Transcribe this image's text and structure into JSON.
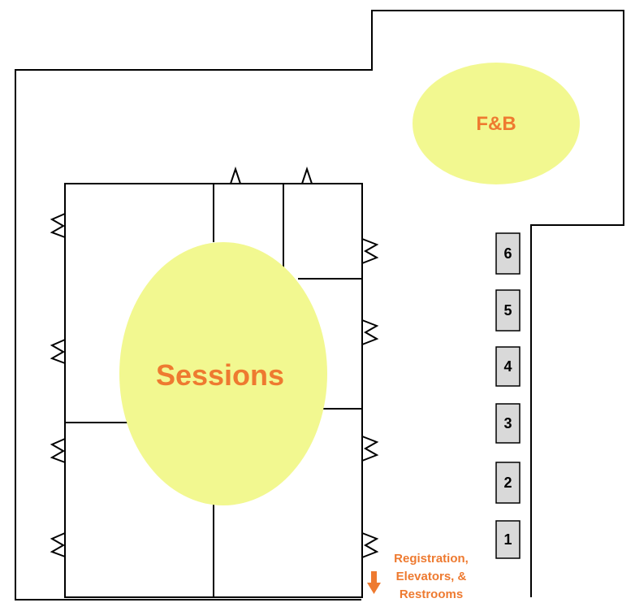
{
  "zones": {
    "food_beverage": {
      "label": "F&B"
    },
    "sessions": {
      "label": "Sessions"
    }
  },
  "booths": [
    {
      "number": "6"
    },
    {
      "number": "5"
    },
    {
      "number": "4"
    },
    {
      "number": "3"
    },
    {
      "number": "2"
    },
    {
      "number": "1"
    }
  ],
  "exit_note": {
    "lines": [
      "Registration,",
      "Elevators, &",
      "Restrooms"
    ],
    "icon": "arrow-down-icon"
  },
  "colors": {
    "zone_fill": "#f2f890",
    "label_text": "#ee7a30",
    "booth_fill": "#d9d9d9",
    "walls": "#000000"
  }
}
